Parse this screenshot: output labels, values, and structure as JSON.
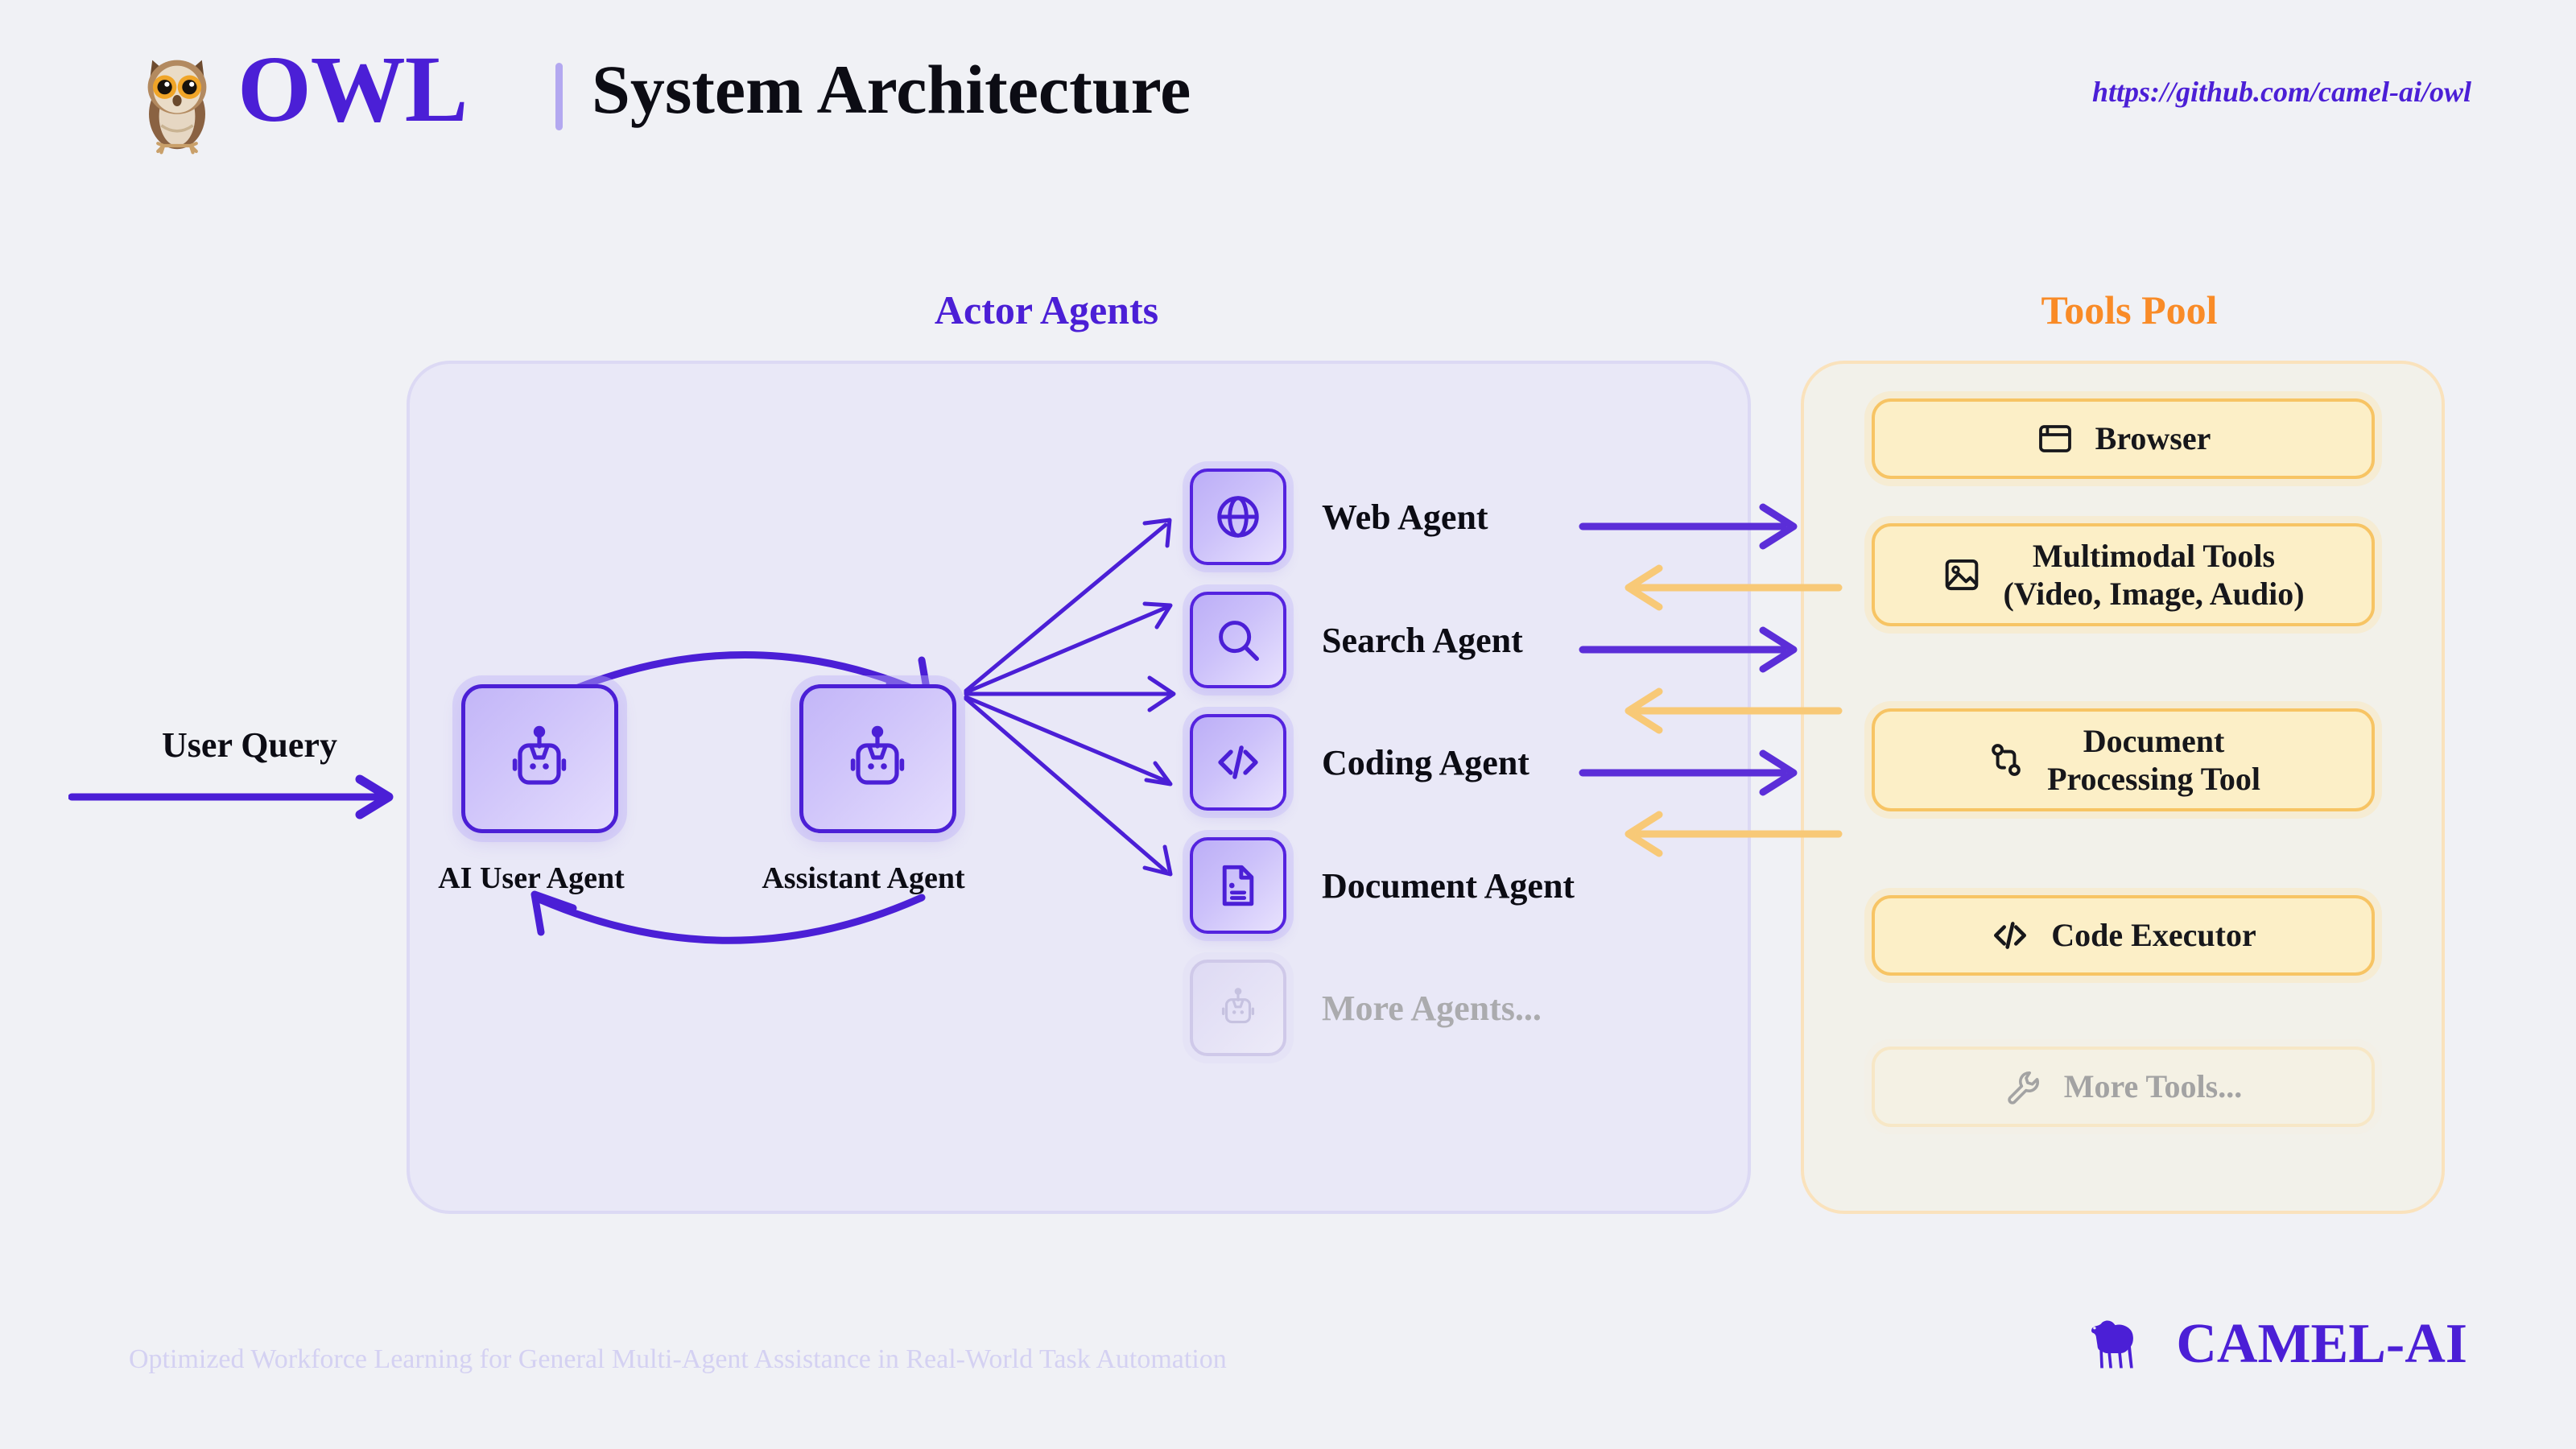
{
  "header": {
    "logo_icon": "owl-icon",
    "brand": "OWL",
    "title": "System Architecture",
    "repo_url": "https://github.com/camel-ai/owl"
  },
  "sections": {
    "actors_heading": "Actor Agents",
    "tools_heading": "Tools Pool"
  },
  "flow": {
    "user_query_label": "User Query"
  },
  "core_agents": [
    {
      "icon": "robot-icon",
      "label": "AI User Agent"
    },
    {
      "icon": "robot-icon",
      "label": "Assistant Agent"
    }
  ],
  "actor_agents": [
    {
      "icon": "globe-icon",
      "label": "Web Agent",
      "muted": false
    },
    {
      "icon": "search-icon",
      "label": "Search Agent",
      "muted": false
    },
    {
      "icon": "code-icon",
      "label": "Coding Agent",
      "muted": false
    },
    {
      "icon": "document-icon",
      "label": "Document Agent",
      "muted": false
    },
    {
      "icon": "robot-icon",
      "label": "More Agents...",
      "muted": true
    }
  ],
  "tools": [
    {
      "icon": "browser-icon",
      "label": "Browser",
      "muted": false
    },
    {
      "icon": "image-icon",
      "label": "Multimodal Tools\n(Video, Image, Audio)",
      "muted": false
    },
    {
      "icon": "git-branch-icon",
      "label": "Document\nProcessing Tool",
      "muted": false
    },
    {
      "icon": "code-icon",
      "label": "Code Executor",
      "muted": false
    },
    {
      "icon": "wrench-icon",
      "label": "More Tools...",
      "muted": true
    }
  ],
  "footer": {
    "tagline": "Optimized Workforce Learning for General Multi-Agent Assistance in Real-World Task Automation",
    "logo_icon": "camel-icon",
    "wordmark": "CAMEL-AI"
  },
  "colors": {
    "background": "#F0F1F5",
    "purple": "#4B1FD6",
    "orange": "#F98B27",
    "agent_panel": "#E9E8F7",
    "tools_panel": "#F2F1EA",
    "tool_card": "#FCEFC7",
    "tool_border": "#F7C464",
    "muted_text": "#ABABAE"
  }
}
